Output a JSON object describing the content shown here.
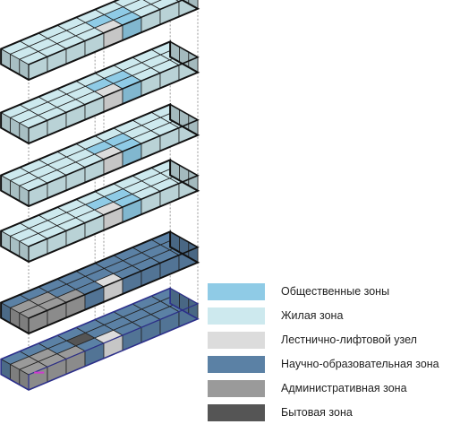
{
  "colors": {
    "public": "#8fcbe6",
    "residential": "#cde9ee",
    "core": "#dcdcdc",
    "research": "#5b81a5",
    "admin": "#9a9a9a",
    "utility": "#555555",
    "outline": "#111111",
    "selection": "#2c2f8a",
    "marker": "#d03ad0"
  },
  "legend": [
    {
      "key": "public",
      "label": "Общественные зоны"
    },
    {
      "key": "residential",
      "label": "Жилая зона"
    },
    {
      "key": "core",
      "label": "Лестнично-лифтовой узел"
    },
    {
      "key": "research",
      "label": "Научно-образовательная зона"
    },
    {
      "key": "admin",
      "label": "Административная зона"
    },
    {
      "key": "utility",
      "label": "Бытовая зона"
    }
  ],
  "floors": [
    {
      "name": "floor-6",
      "rows": [
        "RRRRRRRRR",
        "RRRRPPRRR",
        "RRRRCPRRR"
      ]
    },
    {
      "name": "floor-5",
      "rows": [
        "RRRRRRRRR",
        "RRRRPPRRR",
        "RRRRCPRRR"
      ]
    },
    {
      "name": "floor-4",
      "rows": [
        "RRRRRRRRR",
        "RRRRPPRRR",
        "RRRRCPRRR"
      ]
    },
    {
      "name": "floor-3",
      "rows": [
        "RRRRRRRRR",
        "RRRRPPRRR",
        "RRRRCPRRR"
      ]
    },
    {
      "name": "floor-2",
      "rows": [
        "NNNNNNNNN",
        "AANNNNNNN",
        "AAANCNNNN"
      ]
    },
    {
      "name": "floor-1",
      "selected": true,
      "rows": [
        "NNNNNNNNN",
        "AANUNNNNN",
        "AAANCNNNN"
      ]
    }
  ]
}
